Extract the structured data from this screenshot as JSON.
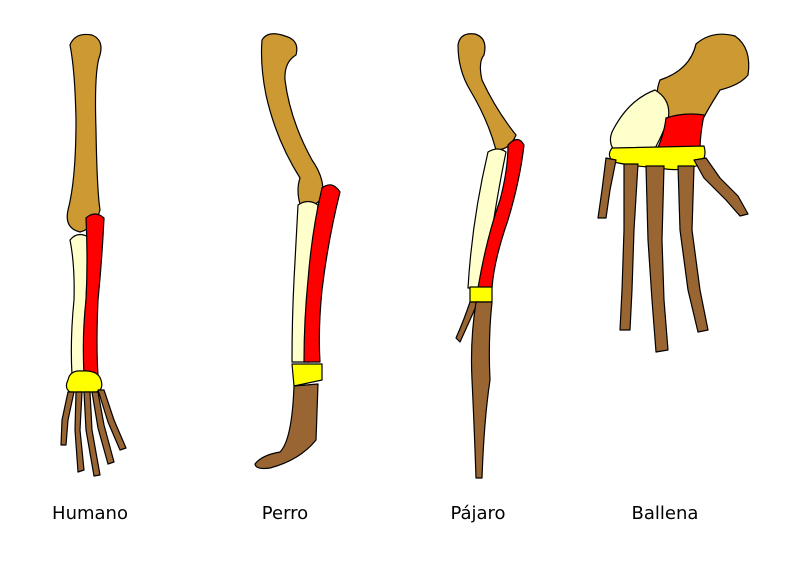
{
  "title": "Homologous forelimb bones",
  "colors": {
    "humerus": "#CC9933",
    "radius": "#FF0000",
    "ulna": "#FFFFCC",
    "carpals": "#FFFF00",
    "hand": "#996633"
  },
  "limbs": [
    {
      "label": "Humano"
    },
    {
      "label": "Perro"
    },
    {
      "label": "Pájaro"
    },
    {
      "label": "Ballena"
    }
  ]
}
